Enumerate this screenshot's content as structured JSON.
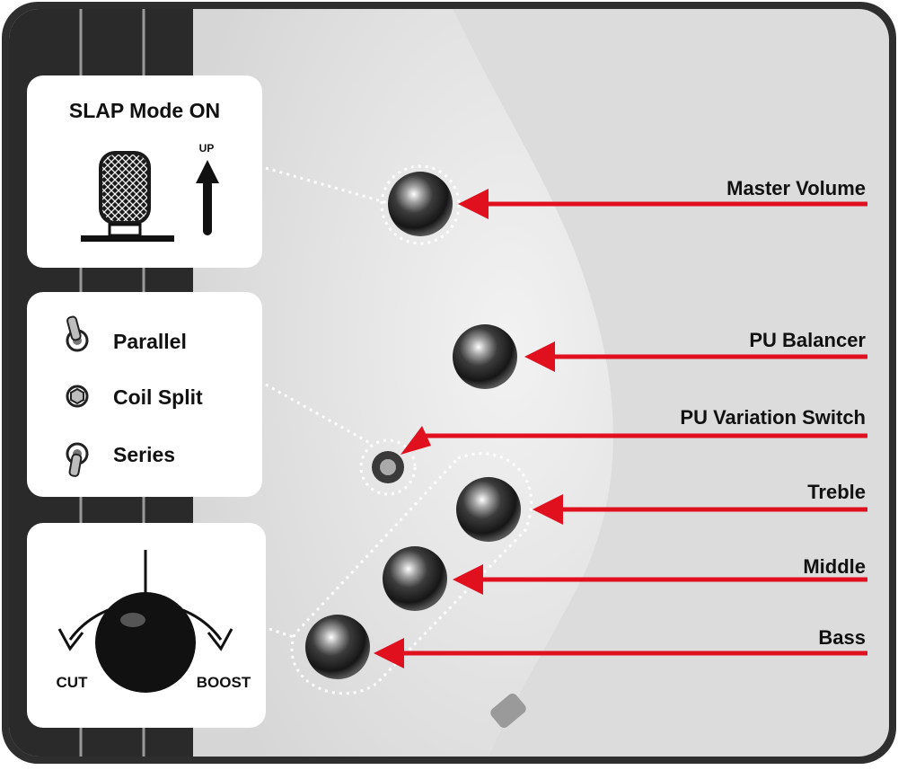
{
  "colors": {
    "frame": "#2e2e2e",
    "background": "#d9d9d9",
    "body_white": "#ececec",
    "arrow_red": "#e0101e",
    "knob_dark": "#3a3a3a",
    "panel": "#ffffff"
  },
  "callouts": [
    {
      "label": "Master Volume"
    },
    {
      "label": "PU Balancer"
    },
    {
      "label": "PU Variation Switch"
    },
    {
      "label": "Treble"
    },
    {
      "label": "Middle"
    },
    {
      "label": "Bass"
    }
  ],
  "panels": {
    "slap": {
      "title": "SLAP Mode ON",
      "up_label": "UP",
      "icon": "pull-knob-icon"
    },
    "switch": {
      "items": [
        {
          "label": "Parallel",
          "icon": "toggle-up-icon"
        },
        {
          "label": "Coil Split",
          "icon": "toggle-center-icon"
        },
        {
          "label": "Series",
          "icon": "toggle-down-icon"
        }
      ]
    },
    "tone": {
      "cut_label": "CUT",
      "boost_label": "BOOST",
      "icon": "rotary-knob-icon"
    }
  }
}
